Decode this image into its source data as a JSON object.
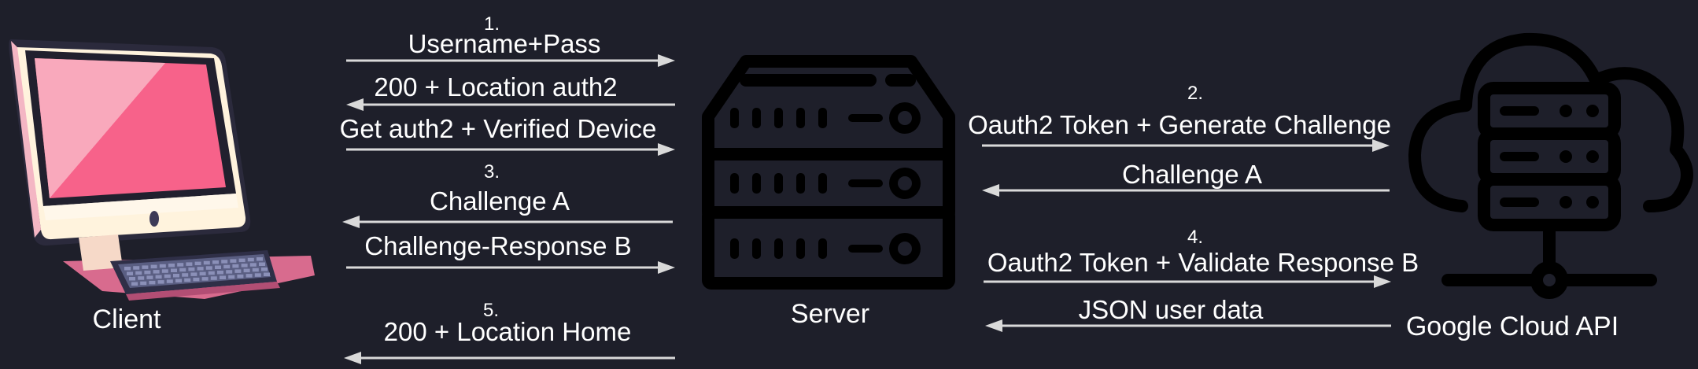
{
  "colors": {
    "background": "#1e1f2a",
    "text": "#ffffff",
    "arrow": "#d9d9d9",
    "icon_stroke": "#000000",
    "monitor_screen": "#f7628a",
    "monitor_body": "#fff3dd",
    "keyboard": "#4b4e6e"
  },
  "nodes": {
    "client": {
      "label": "Client",
      "icon": "desktop-computer-icon"
    },
    "server": {
      "label": "Server",
      "icon": "server-rack-icon"
    },
    "cloud": {
      "label": "Google Cloud API",
      "icon": "cloud-server-icon"
    }
  },
  "left_flow": {
    "step1": "1.",
    "msg_username": "Username+Pass",
    "msg_200_auth2": "200 + Location auth2",
    "msg_get_auth2": "Get auth2 + Verified Device",
    "step3": "3.",
    "msg_challenge_a": "Challenge A",
    "msg_challenge_response": "Challenge-Response B",
    "step5": "5.",
    "msg_200_home": "200 + Location Home"
  },
  "right_flow": {
    "step2": "2.",
    "msg_oauth_generate": "Oauth2 Token + Generate Challenge",
    "msg_challenge_a": "Challenge A",
    "step4": "4.",
    "msg_oauth_validate": "Oauth2 Token + Validate Response B",
    "msg_json": "JSON user data"
  }
}
